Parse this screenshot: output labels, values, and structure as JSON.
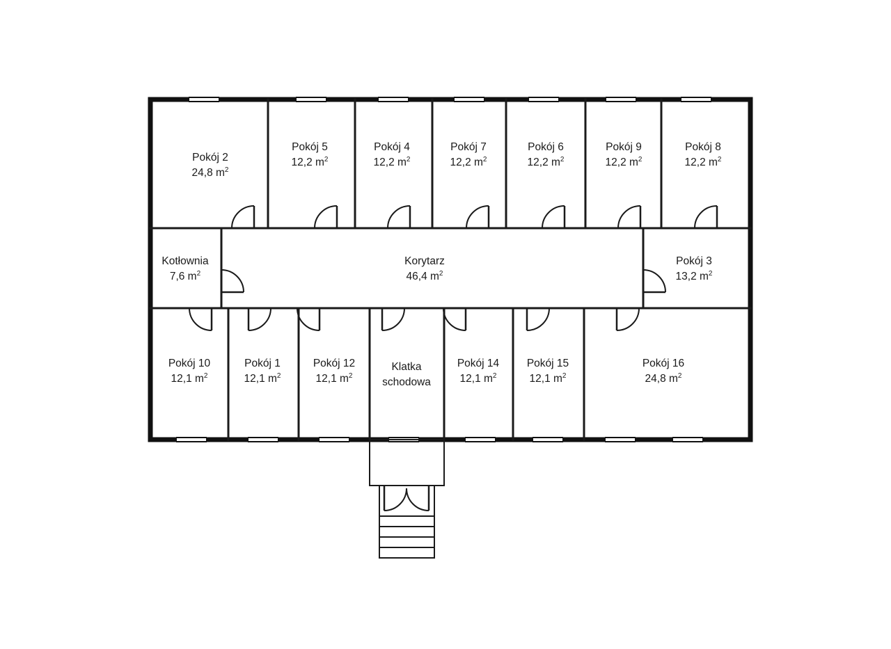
{
  "plan": {
    "colors": {
      "wall": "#111111",
      "line": "#1a1a1a",
      "window": "#111111",
      "background": "#ffffff"
    },
    "rooms": [
      {
        "id": "pokoj-2",
        "name": "Pokój 2",
        "area": "24,8 m",
        "unit_exp": "2"
      },
      {
        "id": "pokoj-5",
        "name": "Pokój 5",
        "area": "12,2 m",
        "unit_exp": "2"
      },
      {
        "id": "pokoj-4",
        "name": "Pokój 4",
        "area": "12,2 m",
        "unit_exp": "2"
      },
      {
        "id": "pokoj-7",
        "name": "Pokój 7",
        "area": "12,2 m",
        "unit_exp": "2"
      },
      {
        "id": "pokoj-6",
        "name": "Pokój 6",
        "area": "12,2 m",
        "unit_exp": "2"
      },
      {
        "id": "pokoj-9",
        "name": "Pokój 9",
        "area": "12,2 m",
        "unit_exp": "2"
      },
      {
        "id": "pokoj-8",
        "name": "Pokój 8",
        "area": "12,2 m",
        "unit_exp": "2"
      },
      {
        "id": "kotlownia",
        "name": "Kotłownia",
        "area": "7,6 m",
        "unit_exp": "2"
      },
      {
        "id": "korytarz",
        "name": "Korytarz",
        "area": "46,4 m",
        "unit_exp": "2"
      },
      {
        "id": "pokoj-3",
        "name": "Pokój 3",
        "area": "13,2 m",
        "unit_exp": "2"
      },
      {
        "id": "pokoj-10",
        "name": "Pokój 10",
        "area": "12,1 m",
        "unit_exp": "2"
      },
      {
        "id": "pokoj-1",
        "name": "Pokój 1",
        "area": "12,1 m",
        "unit_exp": "2"
      },
      {
        "id": "pokoj-12",
        "name": "Pokój 12",
        "area": "12,1 m",
        "unit_exp": "2"
      },
      {
        "id": "klatka-schodowa",
        "name": "Klatka",
        "name2": "schodowa",
        "area": "",
        "unit_exp": ""
      },
      {
        "id": "pokoj-14",
        "name": "Pokój 14",
        "area": "12,1 m",
        "unit_exp": "2"
      },
      {
        "id": "pokoj-15",
        "name": "Pokój 15",
        "area": "12,1 m",
        "unit_exp": "2"
      },
      {
        "id": "pokoj-16",
        "name": "Pokój 16",
        "area": "24,8 m",
        "unit_exp": "2"
      }
    ]
  }
}
